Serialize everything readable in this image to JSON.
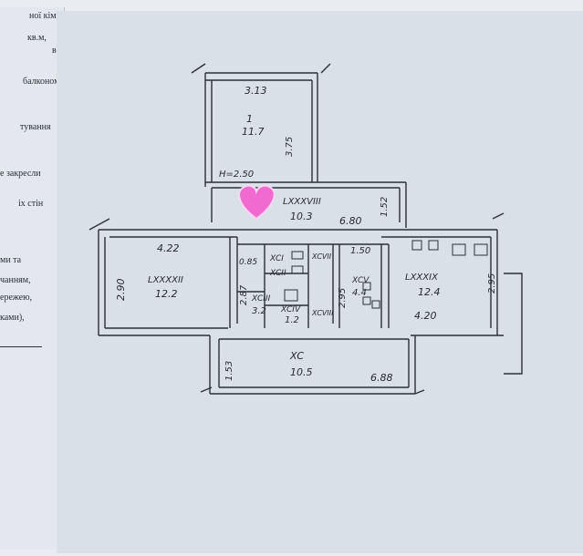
{
  "left_page": {
    "snippets": [
      "ної кімн",
      "кв.м,",
      "вер",
      "балконом",
      "тування",
      "е закресли",
      "іх стін",
      "ми та",
      "чанням,",
      "ережею,",
      "ками),"
    ]
  },
  "plan": {
    "header_height": "H=2.50",
    "rooms": [
      {
        "id": "1",
        "area": "11.7"
      },
      {
        "id": "LXXXVIII",
        "area": "10.3"
      },
      {
        "id": "LXXXXII",
        "area": "12.2"
      },
      {
        "id": "XCI",
        "area": ""
      },
      {
        "id": "XCII",
        "area": ""
      },
      {
        "id": "XCIII",
        "area": "3.2"
      },
      {
        "id": "XCIV",
        "area": "1.2"
      },
      {
        "id": "XCVII",
        "area": ""
      },
      {
        "id": "XCVIII",
        "area": ""
      },
      {
        "id": "XCV",
        "area": "4.4"
      },
      {
        "id": "LXXXIX",
        "area": "12.4"
      },
      {
        "id": "XC",
        "area": "10.5"
      }
    ],
    "dimensions": [
      "3.13",
      "3.75",
      "1.52",
      "6.80",
      "4.22",
      "2.90",
      "0.85",
      "2.87",
      "1.50",
      "2.95",
      "2.95",
      "4.20",
      "1.53",
      "6.88"
    ],
    "sticker": "heart",
    "colors": {
      "line": "#2b3038",
      "paper": "#d9e0e8",
      "heart": "#f06ad0"
    }
  }
}
